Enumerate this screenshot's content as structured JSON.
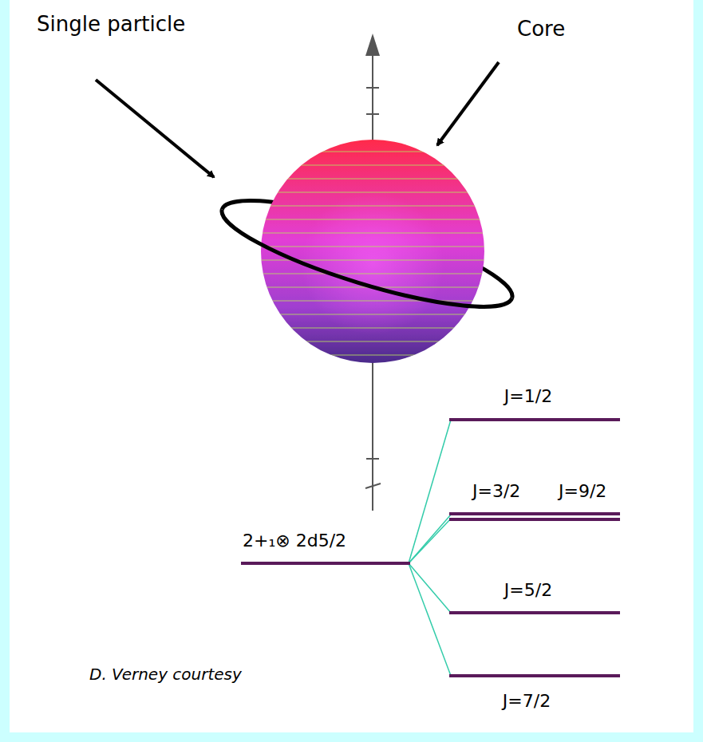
{
  "diagram": {
    "labels": [
      "Single particle",
      "Core",
      "J=1/2",
      "J=3/2",
      "J=9/2",
      "2+₁⊗ 2d5/2",
      "J=5/2",
      "D. Verney courtesy",
      "J=7/2"
    ]
  }
}
